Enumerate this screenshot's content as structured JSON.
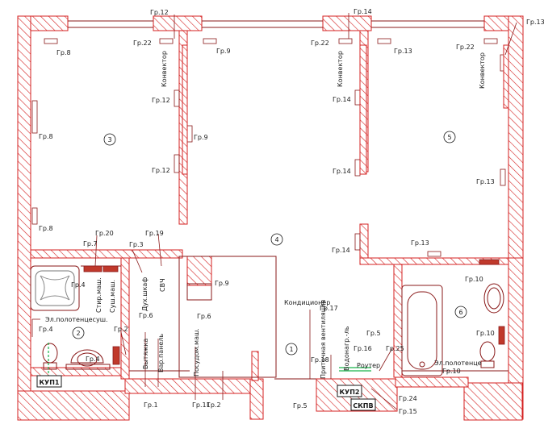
{
  "colors": {
    "wall": "#d42020",
    "line": "#8a1a1a",
    "text": "#1a1a1a",
    "green": "#19b34a"
  },
  "room_numbers": [
    "1",
    "2",
    "3",
    "4",
    "5",
    "6"
  ],
  "labels": {
    "gr1": "Гр.1",
    "gr2": "Гр.2",
    "gr3": "Гр.3",
    "gr4": "Гр.4",
    "gr5": "Гр.5",
    "gr6": "Гр.6",
    "gr7": "Гр.7",
    "gr8": "Гр.8",
    "gr9": "Гр.9",
    "gr10": "Гр.10",
    "gr11": "Гр.11",
    "gr12": "Гр.12",
    "gr13": "Гр.13",
    "gr14": "Гр.14",
    "gr15": "Гр.15",
    "gr16": "Гр.16",
    "gr17": "Гр.17",
    "gr18": "Гр.18",
    "gr19": "Гр.19",
    "gr20": "Гр.20",
    "gr22": "Гр.22",
    "gr24": "Гр.24",
    "gr25": "Гр.25"
  },
  "appliances": {
    "konvektor": "Конвектор",
    "konditsioner": "Кондиционер",
    "el_polotentsesush": "Эл.полотенцесуш.",
    "el_polotentse_short": "Эл.полотенце",
    "stir_mash": "Стир.маш.",
    "sush_mash": "Суш.маш.",
    "dukh_shkaf": "Дух.шкаф",
    "svch": "СВЧ",
    "vytyazhka": "Вытяжка",
    "var_panel": "Вар.панель",
    "posudom_mash": "Посудом.маш.",
    "pritochnaya_ventilyatsiya": "Приточная вентиляция",
    "vodonagr": "Водонагр.-ль",
    "router": "Роутер"
  },
  "panels": {
    "kup1": "КУП1",
    "kup2": "КУП2",
    "skpv": "СКПВ"
  }
}
